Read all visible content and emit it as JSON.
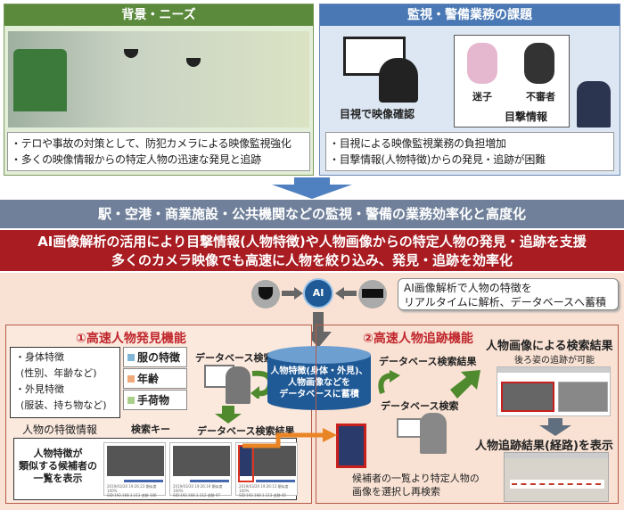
{
  "background": {
    "title": "背景・ニーズ",
    "bullets": [
      "・テロや事故の対策として、防犯カメラによる映像監視強化",
      "・多くの映像情報からの特定人物の迅速な発見と追跡"
    ]
  },
  "issues": {
    "title": "監視・警備業務の課題",
    "visual_check_label": "目視で映像確認",
    "lost_child_label": "迷子",
    "suspicious_label": "不審者",
    "witness_label": "目撃情報",
    "bullets": [
      "・目視による映像監視業務の負担増加",
      "・目撃情報(人物特徴)からの発見・追跡が困難"
    ]
  },
  "goal_band": "駅・空港・商業施設・公共機関などの監視・警備の業務効率化と高度化",
  "solution_band": [
    "AI画像解析の活用により目撃情報(人物特徴)や人物画像からの特定人物の発見・追跡を支援",
    "多くのカメラ映像でも高速に人物を絞り込み、発見・追跡を効率化"
  ],
  "ai": {
    "badge": "AI",
    "callout": [
      "AI画像解析で人物の特徴を",
      "リアルタイムに解析、データベースへ蓄積"
    ]
  },
  "database_label": [
    "人物特徴(身体・外見)、",
    "人物画像などを",
    "データベースに蓄積"
  ],
  "func1": {
    "title": "①高速人物発見機能",
    "features": [
      "・身体特徴",
      "(性別、年齢など)",
      "・外見特徴",
      "(服装、持ち物など)"
    ],
    "features_caption": "人物の特徴情報",
    "keys": [
      {
        "label": "服の特徴",
        "color": "#7fb6d8"
      },
      {
        "label": "年齢",
        "color": "#f0a878"
      },
      {
        "label": "手荷物",
        "color": "#a9cf8a"
      }
    ],
    "keys_caption": "検索キー",
    "db_search": "データベース検索",
    "db_result": "データベース検索結果",
    "result_caption": [
      "人物特徴が",
      "類似する候補者の",
      "一覧を表示"
    ],
    "thumbs": [
      [
        "2019/03/20 19:26:23 類似度 100%",
        "SID:192.168.1.111 追跡 106"
      ],
      [
        "2019/03/20 19:26:19 類似度 100%",
        "SID:192.168.1.112 追跡 97"
      ],
      [
        "2019/03/20 19:26:13 類似度 100%",
        "SID:192.168.1.113 追跡 85"
      ]
    ]
  },
  "func2": {
    "title": "②高速人物追跡機能",
    "db_search": "データベース検索",
    "db_result": "データベース検索結果",
    "image_result_title": "人物画像による検索結果",
    "image_result_sub": "後ろ姿の追跡が可能",
    "route_title": "人物追跡結果(経路)を表示",
    "reselect": [
      "候補者の一覧より特定人物の",
      "画像を選択し再検索"
    ]
  },
  "colors": {
    "green": "#5b8a3c",
    "blue": "#4a78b5",
    "red": "#a81c22",
    "gray": "#70809a",
    "arrow_green": "#4f8a2e",
    "orange": "#e98524"
  }
}
